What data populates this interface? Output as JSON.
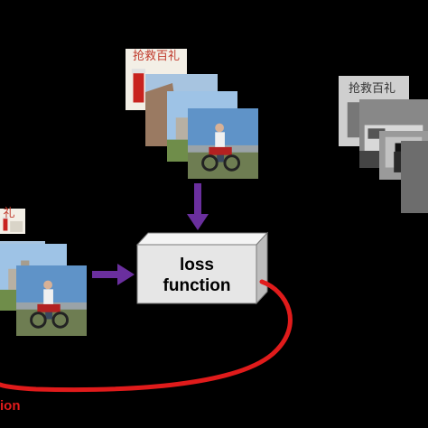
{
  "loss_box": {
    "line1": "loss",
    "line2": "function"
  },
  "banner_text": "抢救百礼",
  "loop_label": "ion",
  "colors": {
    "background": "#000000",
    "arrow": "#6a2f9e",
    "loop": "#e01b1b",
    "box_front": "#e6e6e6",
    "box_top": "#f4f4f4",
    "box_side": "#bdbdbd"
  }
}
